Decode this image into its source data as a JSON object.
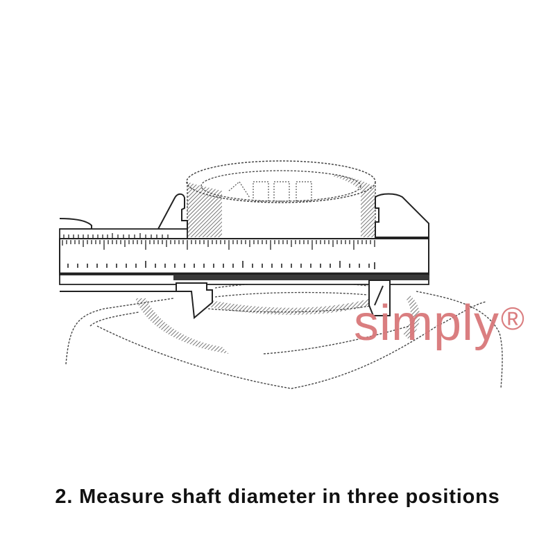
{
  "figure": {
    "subject": "vernier-caliper-measuring-shaft",
    "icon": "caliper-icon"
  },
  "watermark": {
    "text": "simply",
    "symbol": "®",
    "color": "#d9787a"
  },
  "caption": {
    "text": "2. Measure shaft diameter in three positions"
  },
  "colors": {
    "line": "#222222",
    "hatch": "#555555",
    "background": "#ffffff"
  }
}
